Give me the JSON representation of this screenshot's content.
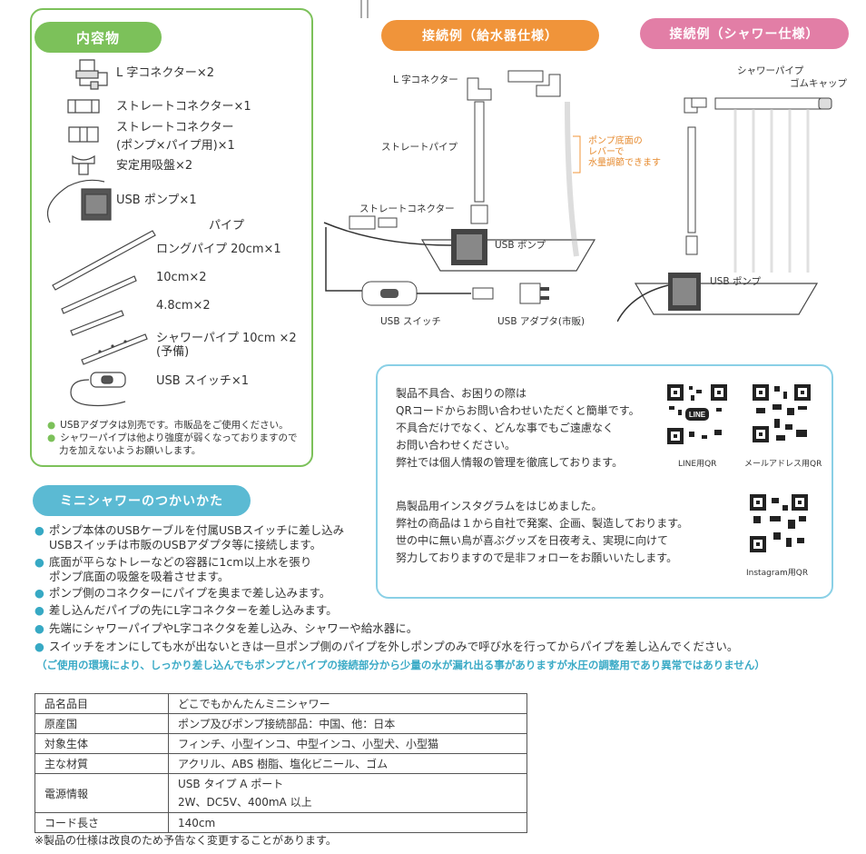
{
  "contents": {
    "title": "内容物",
    "items": [
      "L 字コネクター×2",
      "ストレートコネクター×1",
      "ストレートコネクター",
      "(ポンプ×パイプ用)×1",
      "安定用吸盤×2",
      "USB ポンプ×1",
      "パイプ",
      "ロングパイプ 20cm×1",
      "10cm×2",
      "4.8cm×2",
      "シャワーパイプ 10cm ×2",
      "(予備)",
      "USB スイッチ×1"
    ],
    "notes": [
      "USBアダプタは別売です。市販品をご使用ください。",
      "シャワーパイプは他より強度が弱くなっておりますので",
      "力を加えないようお願いします。"
    ]
  },
  "water_example": {
    "title": "接続例（給水器仕様）",
    "labels": {
      "l_connector": "L 字コネクター",
      "straight_pipe": "ストレートパイプ",
      "straight_connector": "ストレートコネクター",
      "usb_pump": "USB ポンプ",
      "usb_switch": "USB スイッチ",
      "usb_adapter": "USB アダプタ(市販)"
    },
    "callout": [
      "ポンプ底面の",
      "レバーで",
      "水量調節できます"
    ]
  },
  "shower_example": {
    "title": "接続例（シャワー仕様）",
    "labels": {
      "shower_pipe": "シャワーパイプ",
      "rubber_cap": "ゴムキャップ",
      "usb_pump": "USB ポンプ"
    }
  },
  "usage": {
    "title": "ミニシャワーのつかいかた",
    "steps": [
      "ポンプ本体のUSBケーブルを付属USBスイッチに差し込み",
      "USBスイッチは市販のUSBアダプタ等に接続します。",
      "底面が平らなトレーなどの容器に1cm以上水を張り",
      "ポンプ底面の吸盤を吸着させます。",
      "ポンプ側のコネクターにパイプを奥まで差し込みます。",
      "差し込んだパイプの先にL字コネクターを差し込みます。",
      "先端にシャワーパイプやL字コネクタを差し込み、シャワーや給水器に。",
      "スイッチをオンにしても水が出ないときは一旦ポンプ側のパイプを外しポンプのみで呼び水を行ってからパイプを差し込んでください。"
    ],
    "warning": "（ご使用の環境により、しっかり差し込んでもポンプとパイプの接続部分から少量の水が漏れ出る事がありますが水圧の調整用であり異常ではありません）"
  },
  "contact": {
    "lines1": [
      "製品不具合、お困りの際は",
      "QRコードからお問い合わせいただくと簡単です。",
      "不具合だけでなく、どんな事でもご遠慮なく",
      "お問い合わせください。",
      "弊社では個人情報の管理を徹底しております。"
    ],
    "lines2": [
      "鳥製品用インスタグラムをはじめました。",
      "弊社の商品は１から自社で発案、企画、製造しております。",
      "世の中に無い鳥が喜ぶグッズを日夜考え、実現に向けて",
      "努力しておりますので是非フォローをお願いいたします。"
    ],
    "qr_line_label": "LINE用QR",
    "qr_line_text": "LINE",
    "qr_mail_label": "メールアドレス用QR",
    "qr_insta_label": "Instagram用QR"
  },
  "spec": {
    "rows": [
      {
        "k": "品名品目",
        "v": "どこでもかんたんミニシャワー"
      },
      {
        "k": "原産国",
        "v": "ポンプ及びポンプ接続部品：中国、他：日本"
      },
      {
        "k": "対象生体",
        "v": "フィンチ、小型インコ、中型インコ、小型犬、小型猫"
      },
      {
        "k": "主な材質",
        "v": "アクリル、ABS 樹脂、塩化ビニール、ゴム"
      },
      {
        "k": "電源情報",
        "v": "USB タイプ A ポート",
        "v2": "2W、DC5V、400mA 以上"
      },
      {
        "k": "コード長さ",
        "v": "140cm"
      }
    ],
    "footer": "※製品の仕様は改良のため予告なく変更することがあります。"
  },
  "colors": {
    "green": "#7cc15a",
    "orange": "#f0943a",
    "pink": "#e27ea6",
    "teal": "#5bbad3",
    "light_blue": "#8ad0e6"
  }
}
